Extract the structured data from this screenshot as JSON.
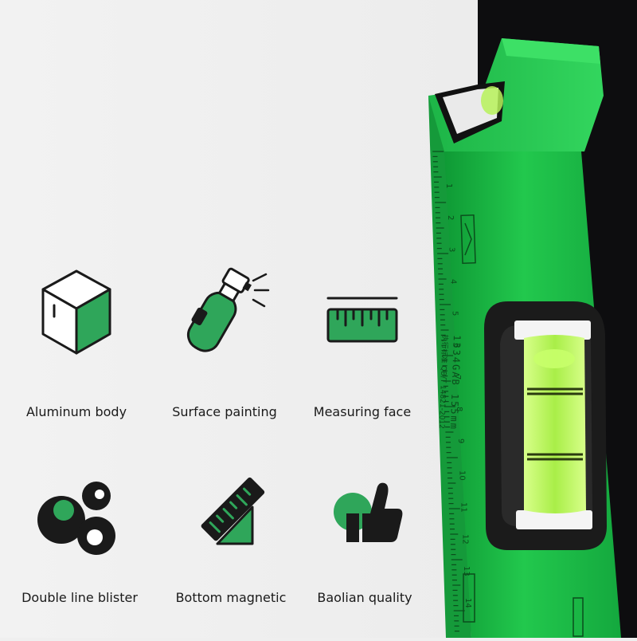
{
  "features": [
    {
      "label": "Aluminum body",
      "icon": "cube-icon"
    },
    {
      "label": "Surface painting",
      "icon": "spray-bottle-icon"
    },
    {
      "label": "Measuring face",
      "icon": "ruler-icon"
    },
    {
      "label": "Double line blister",
      "icon": "bubbles-icon"
    },
    {
      "label": "Bottom magnetic",
      "icon": "magnetic-base-icon"
    },
    {
      "label": "Baolian quality",
      "icon": "thumbs-up-icon"
    }
  ],
  "product": {
    "model_text": "1334GAB 155mm",
    "standard_text": "执行标准 QB/T 14821-2012",
    "scale_numbers": [
      "1",
      "2",
      "3",
      "4",
      "5",
      "6",
      "7",
      "8",
      "9",
      "10",
      "11",
      "12",
      "13",
      "14"
    ]
  },
  "colors": {
    "accent_green": "#2fa65a",
    "body_green": "#1fc24a",
    "icon_stroke": "#1a1a1a",
    "background": "#efefef",
    "dark_panel": "#0d0d0f",
    "vial_green": "#b7f25a"
  }
}
